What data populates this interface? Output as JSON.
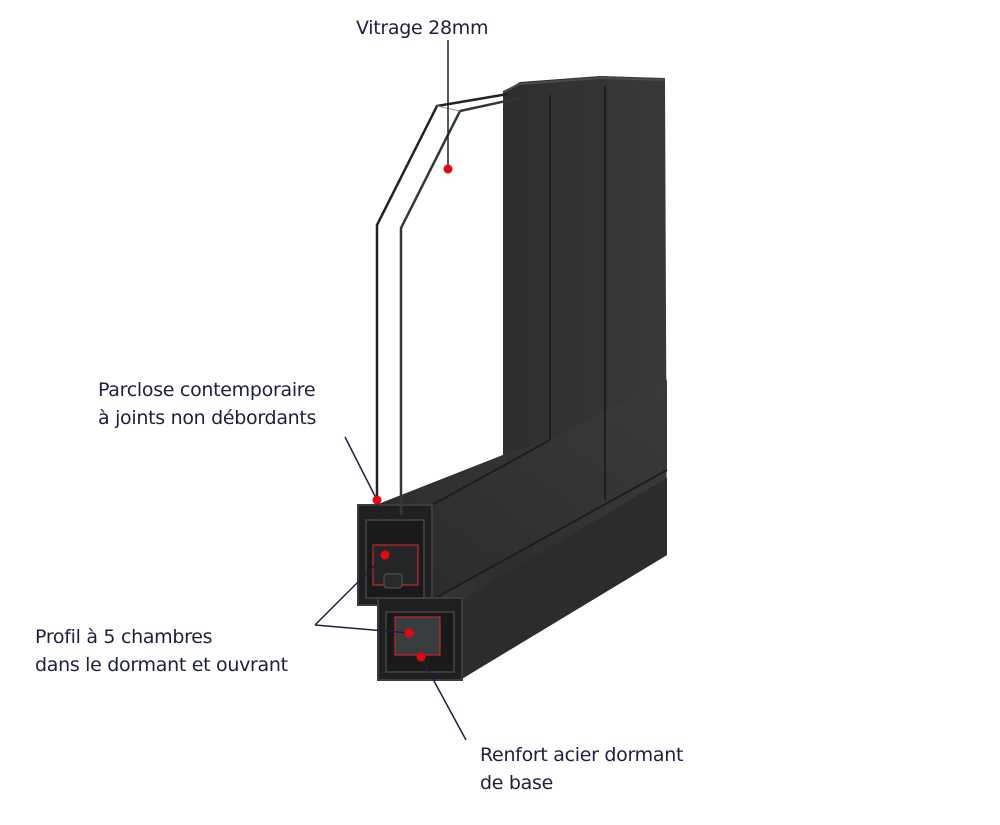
{
  "labels": {
    "glazing": "Vitrage 28mm",
    "glazing_bead_line1": "Parclose contemporaire",
    "glazing_bead_line2": "à joints non débordants",
    "profile_line1": "Profil à 5 chambres",
    "profile_line2": "dans le dormant et ouvrant",
    "reinforcement_line1": "Renfort acier dormant",
    "reinforcement_line2": "de base"
  },
  "colors": {
    "frame": "#2b2b2d",
    "marker": "#e30613",
    "text": "#1c1f3d"
  }
}
